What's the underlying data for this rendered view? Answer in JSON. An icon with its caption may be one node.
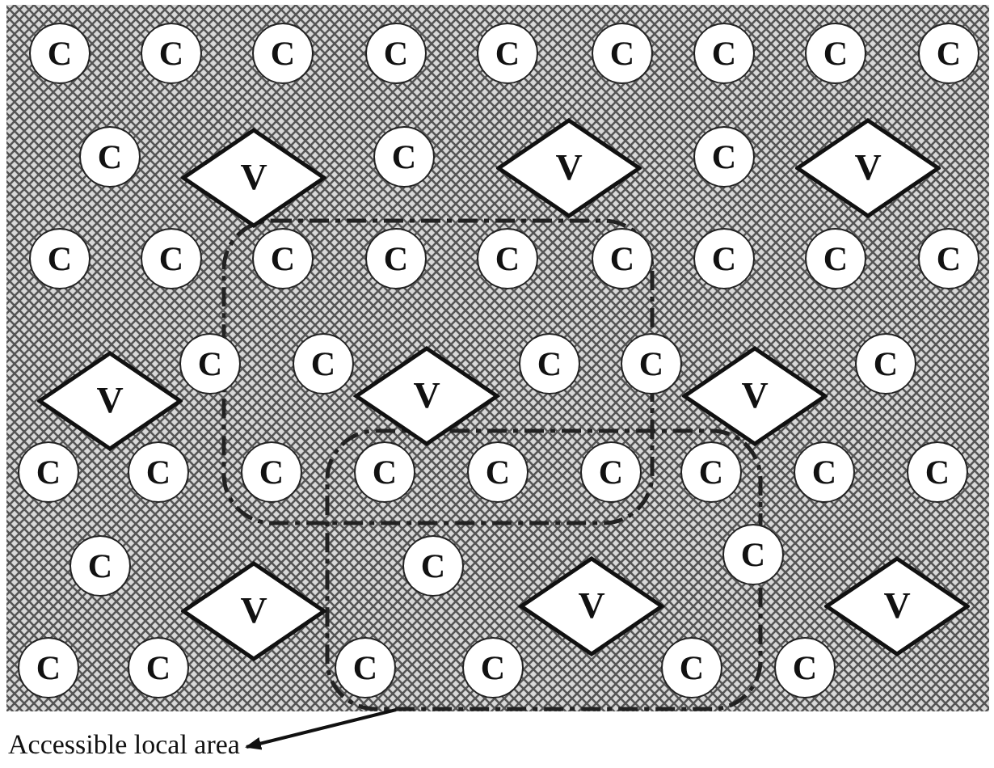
{
  "diagram": {
    "nodes": [
      {
        "text": [],
        "shape": "box"
      },
      {
        "text": [],
        "shape": "box"
      },
      {
        "text": [
          "C"
        ]
      },
      {
        "text": [
          "C"
        ]
      },
      {
        "text": [
          "C"
        ]
      },
      {
        "text": [
          "C"
        ]
      },
      {
        "text": [
          "C"
        ]
      },
      {
        "text": [
          "C"
        ]
      },
      {
        "text": [
          "C"
        ]
      },
      {
        "text": [
          "C"
        ]
      },
      {
        "text": [
          "C"
        ]
      },
      {
        "text": [
          "C"
        ]
      },
      {
        "text": [
          "V"
        ]
      },
      {
        "text": [
          "C"
        ]
      },
      {
        "text": [
          "V"
        ]
      },
      {
        "text": [
          "C"
        ]
      },
      {
        "text": [
          "V"
        ]
      },
      {
        "text": [
          "C"
        ]
      },
      {
        "text": [
          "C"
        ]
      },
      {
        "text": [
          "C"
        ],
        "in": 0
      },
      {
        "text": [
          "C"
        ],
        "in": 0
      },
      {
        "text": [
          "C"
        ],
        "in": 0
      },
      {
        "text": [
          "C"
        ],
        "in": 0
      },
      {
        "text": [
          "C"
        ]
      },
      {
        "text": [
          "C"
        ]
      },
      {
        "text": [
          "C"
        ]
      },
      {
        "text": [
          "V"
        ]
      },
      {
        "text": [
          "C"
        ]
      },
      {
        "text": [
          "C"
        ],
        "in": 0
      },
      {
        "text": [
          "V"
        ],
        "in": 0
      },
      {
        "text": [
          "C"
        ],
        "in": 0
      },
      {
        "text": [
          "C"
        ]
      },
      {
        "text": [
          "V"
        ]
      },
      {
        "text": [
          "C"
        ]
      },
      {
        "text": [
          "C"
        ]
      },
      {
        "text": [
          "C"
        ]
      },
      {
        "text": [
          "C"
        ],
        "in": 0
      },
      {
        "text": [
          "C"
        ]
      },
      {
        "text": [
          "C"
        ]
      },
      {
        "text": [
          "C"
        ]
      },
      {
        "text": [
          "C"
        ],
        "in": 1
      },
      {
        "text": [
          "C"
        ]
      },
      {
        "text": [
          "C"
        ]
      },
      {
        "text": [
          "C"
        ]
      },
      {
        "text": [
          "C"
        ],
        "in": 1
      },
      {
        "text": [
          "C"
        ]
      },
      {
        "text": [
          "V"
        ]
      },
      {
        "text": [
          "V"
        ],
        "in": 1
      },
      {
        "text": [
          "V"
        ]
      },
      {
        "text": [
          "C"
        ]
      },
      {
        "text": [
          "C"
        ]
      },
      {
        "text": [
          "C"
        ],
        "in": 1
      },
      {
        "text": [
          "C"
        ],
        "in": 1
      },
      {
        "text": [
          "C"
        ],
        "in": 1
      },
      {
        "text": [
          "C"
        ]
      },
      {
        "text": [
          "Accessible local area"
        ]
      }
    ],
    "edges": [
      {
        "from": 1,
        "to": 55,
        "arrow": "to"
      }
    ]
  }
}
